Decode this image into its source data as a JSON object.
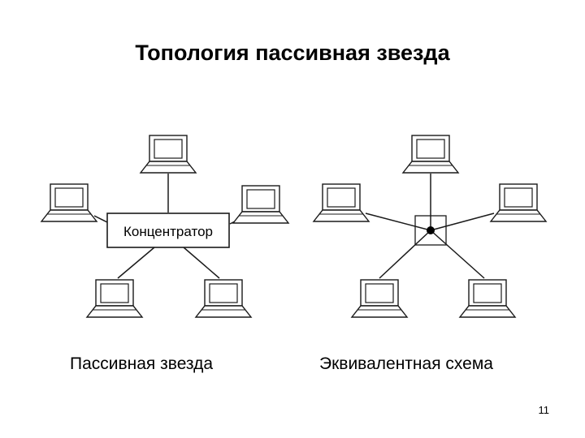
{
  "slide": {
    "title": "Топология пассивная звезда",
    "page_number": "11"
  },
  "left_diagram": {
    "caption": "Пассивная звезда",
    "hub_label": "Концентратор"
  },
  "right_diagram": {
    "caption": "Эквивалентная схема"
  },
  "colors": {
    "stroke": "#1a1a1a",
    "background": "#ffffff"
  }
}
